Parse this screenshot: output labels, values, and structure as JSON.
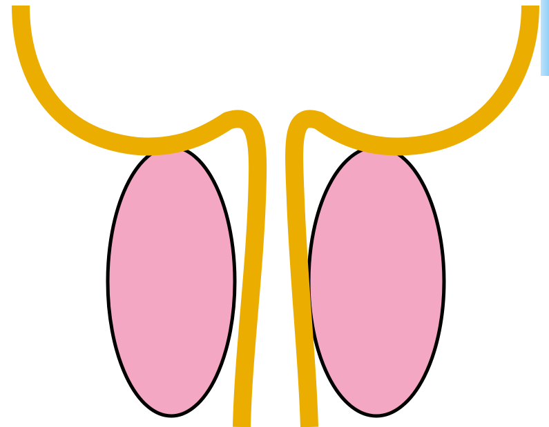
{
  "diagram": {
    "colors": {
      "background": "#ffffff",
      "oval_fill": "#f4a7c3",
      "oval_outline": "#000000",
      "duct": "#eaad00",
      "edge_accent": "#8fd0f7"
    },
    "elements": [
      "left-oval",
      "right-oval",
      "left-duct",
      "right-duct",
      "edge-accent"
    ]
  }
}
